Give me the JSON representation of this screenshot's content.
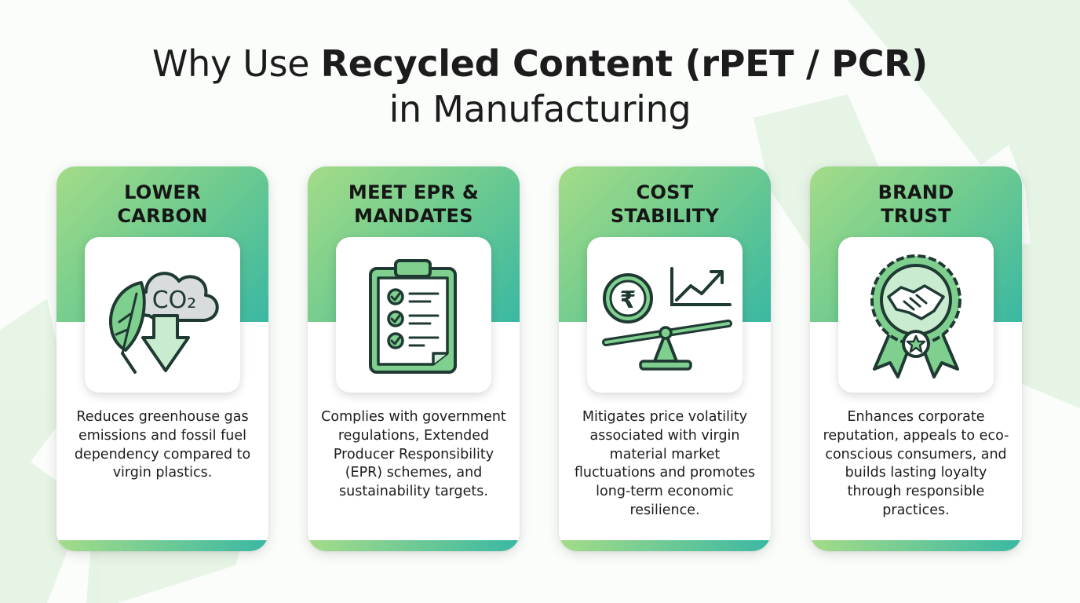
{
  "title": {
    "prefix": "Why Use ",
    "highlight": "Recycled Content (rPET / PCR)",
    "line2": "in Manufacturing"
  },
  "colors": {
    "gradient_start": "#a4dc88",
    "gradient_mid": "#6fcb8f",
    "gradient_end": "#3ab8a3",
    "icon_stroke": "#1f3a33",
    "icon_fill": "#7fcf8e"
  },
  "cards": [
    {
      "title_line1": "LOWER",
      "title_line2": "CARBON",
      "icon": "leaf-co2-down-arrow-icon",
      "icon_text": "CO₂",
      "description": "Reduces greenhouse gas emissions and fossil fuel dependency compared to virgin plastics."
    },
    {
      "title_line1": "MEET EPR &",
      "title_line2": "MANDATES",
      "icon": "clipboard-checklist-icon",
      "description": "Complies with government regulations, Extended Producer Responsibility (EPR) schemes, and sustainability targets."
    },
    {
      "title_line1": "COST",
      "title_line2": "STABILITY",
      "icon": "rupee-scale-growth-chart-icon",
      "icon_text": "₹",
      "description": "Mitigates price volatility associated with virgin material market fluctuations and promotes long-term economic resilience."
    },
    {
      "title_line1": "BRAND",
      "title_line2": "TRUST",
      "icon": "handshake-award-badge-icon",
      "description": "Enhances corporate reputation, appeals to eco-conscious consumers, and builds lasting loyalty through responsible practices."
    }
  ]
}
